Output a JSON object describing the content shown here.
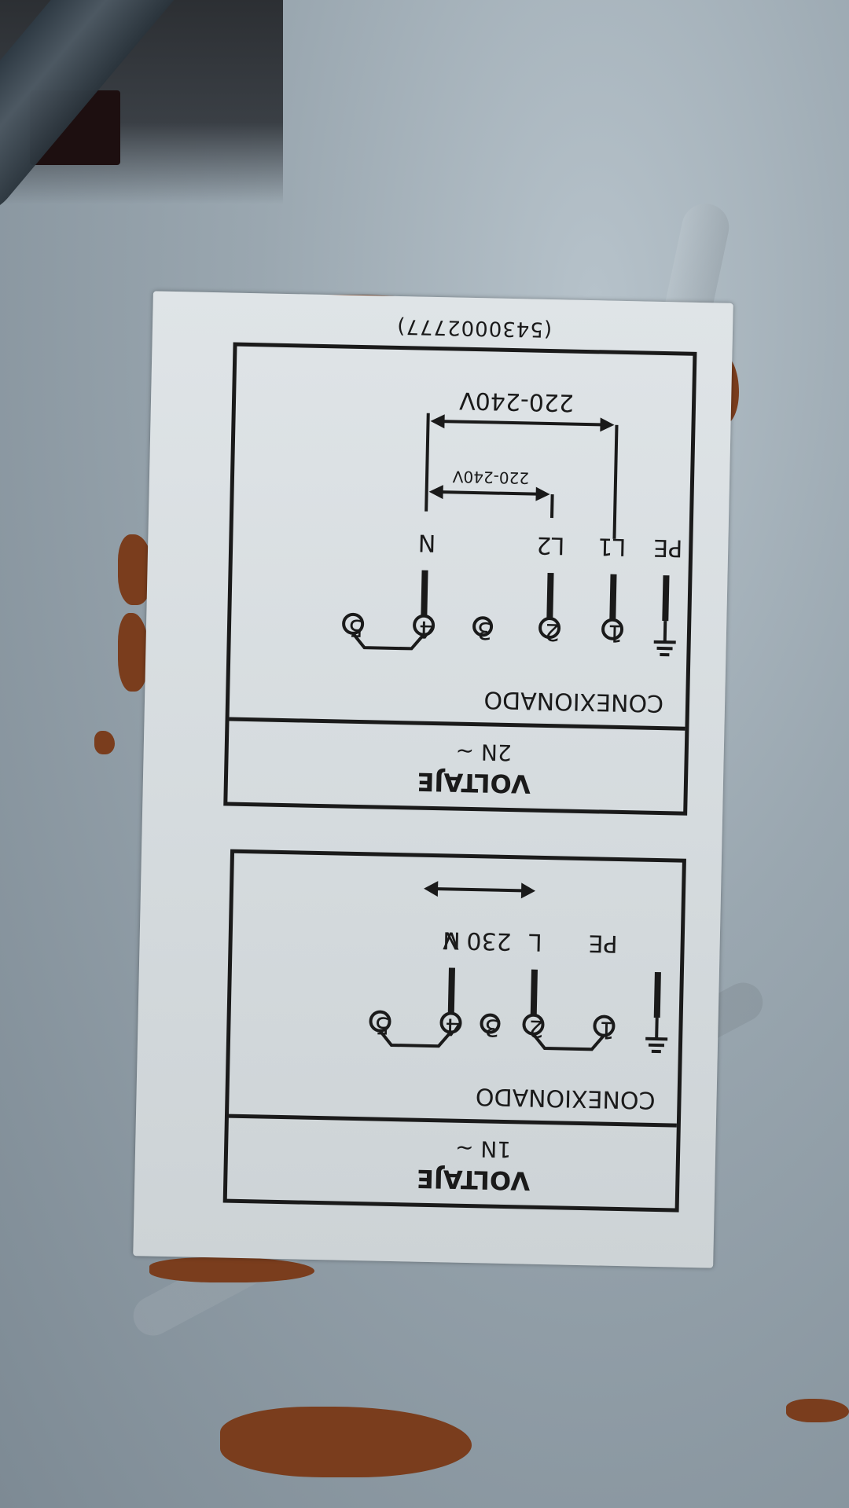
{
  "label": {
    "code": "(5430002777)",
    "panel_2n": {
      "voltage_title": "VOLTAJE",
      "voltage_value": "2N ~",
      "connection_title": "CONEXIONADO",
      "terminals": [
        "1",
        "2",
        "3",
        "4",
        "5"
      ],
      "lines": [
        "PE",
        "L1",
        "L2",
        "N"
      ],
      "span_large": "220-240V",
      "span_small": "220-240V"
    },
    "panel_1n": {
      "voltage_title": "VOLTAJE",
      "voltage_value": "1N ~",
      "connection_title": "CONEXIONADO",
      "terminals": [
        "1",
        "2",
        "3",
        "4",
        "5"
      ],
      "line_pe": "PE",
      "line_l": "L",
      "span": "230 V",
      "line_n": "N"
    }
  }
}
